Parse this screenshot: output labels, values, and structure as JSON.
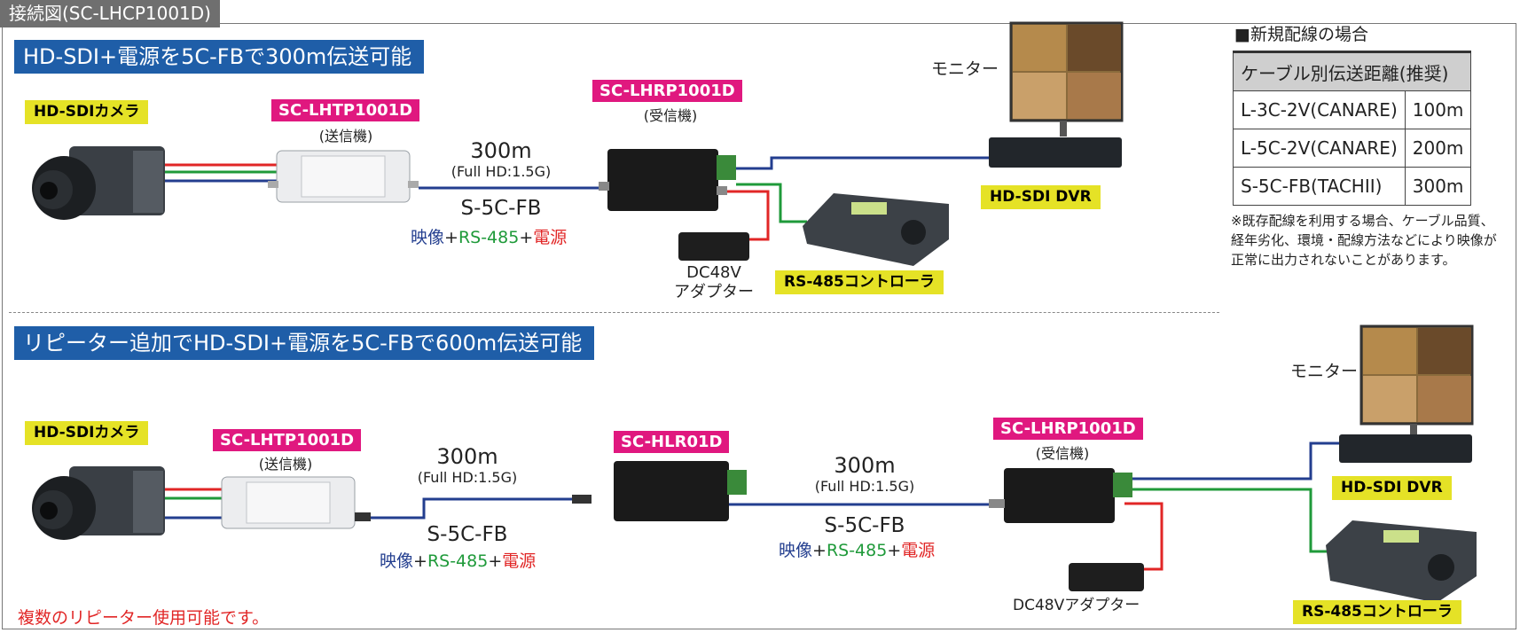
{
  "title": "接続図(SC-LHCP1001D)",
  "section1": {
    "banner": "HD-SDI+電源を5C-FBで300m伝送可能",
    "camera_label": "HD-SDIカメラ",
    "transmitter_model": "SC-LHTP1001D",
    "transmitter_role": "(送信機)",
    "receiver_model": "SC-LHRP1001D",
    "receiver_role": "(受信機)",
    "distance": "300m",
    "distance_note": "(Full HD:1.5G)",
    "cable": "S-5C-FB",
    "signals": {
      "video": "映像",
      "plus1": "+",
      "rs485": "RS-485",
      "plus2": "+",
      "power": "電源"
    },
    "monitor_label": "モニター",
    "dvr_label": "HD-SDI DVR",
    "adapter_line1": "DC48V",
    "adapter_line2": "アダプター",
    "controller_label": "RS-485コントローラ"
  },
  "section2": {
    "banner": "リピーター追加でHD-SDI+電源を5C-FBで600m伝送可能",
    "camera_label": "HD-SDIカメラ",
    "transmitter_model": "SC-LHTP1001D",
    "transmitter_role": "(送信機)",
    "repeater_model": "SC-HLR01D",
    "receiver_model": "SC-LHRP1001D",
    "receiver_role": "(受信機)",
    "distance_a": "300m",
    "distance_a_note": "(Full HD:1.5G)",
    "cable_a": "S-5C-FB",
    "distance_b": "300m",
    "distance_b_note": "(Full HD:1.5G)",
    "cable_b": "S-5C-FB",
    "signals": {
      "video": "映像",
      "plus1": "+",
      "rs485": "RS-485",
      "plus2": "+",
      "power": "電源"
    },
    "monitor_label": "モニター",
    "dvr_label": "HD-SDI DVR",
    "adapter_label": "DC48Vアダプター",
    "controller_label": "RS-485コントローラ",
    "footnote": "複数のリピーター使用可能です。"
  },
  "distance_table": {
    "heading": "■新規配線の場合",
    "header": "ケーブル別伝送距離(推奨)",
    "rows": [
      {
        "cable": "L-3C-2V(CANARE)",
        "distance": "100m"
      },
      {
        "cable": "L-5C-2V(CANARE)",
        "distance": "200m"
      },
      {
        "cable": "S-5C-FB(TACHII)",
        "distance": "300m"
      }
    ],
    "note": "※既存配線を利用する場合、ケーブル品質、経年劣化、環境・配線方法などにより映像が正常に出力されないことがあります。"
  },
  "colors": {
    "banner": "#1f5ea8",
    "model_label": "#e0187f",
    "device_label": "#e5e226",
    "video": "#233e8f",
    "rs485": "#1f9a3a",
    "power": "#e12626"
  }
}
